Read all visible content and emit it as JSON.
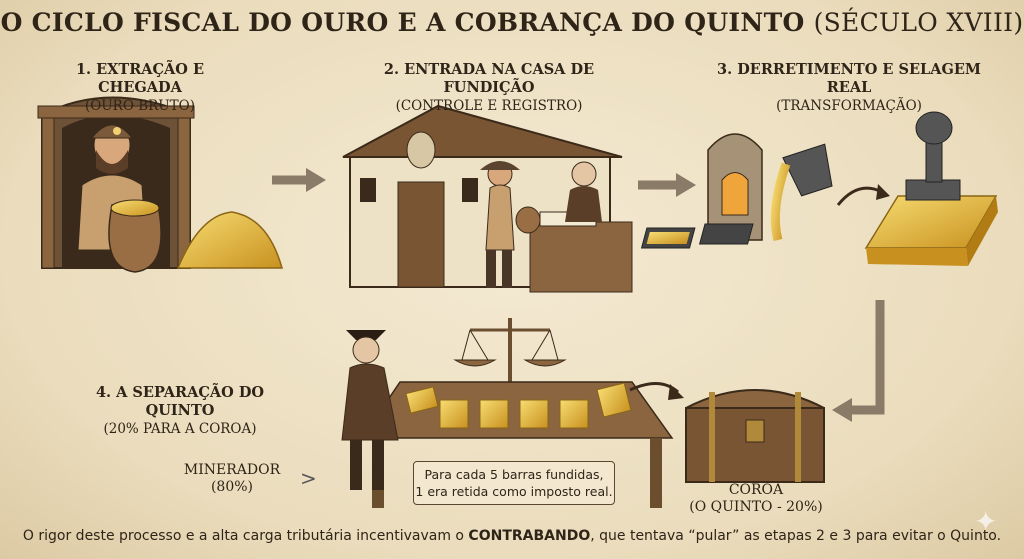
{
  "title": {
    "main": "O CICLO FISCAL DO OURO E A COBRANÇA DO QUINTO",
    "sub": "(SÉCULO XVIII)"
  },
  "steps": [
    {
      "title": "1. EXTRAÇÃO E CHEGADA",
      "subtitle": "(OURO BRUTO)"
    },
    {
      "title": "2. ENTRADA NA CASA DE FUNDIÇÃO",
      "subtitle": "(CONTROLE E REGISTRO)"
    },
    {
      "title": "3. DERRETIMENTO E SELAGEM REAL",
      "subtitle": "(TRANSFORMAÇÃO)"
    },
    {
      "title": "4. A SEPARAÇÃO DO QUINTO",
      "subtitle": "(20% PARA A COROA)"
    }
  ],
  "labels": {
    "miner_line1": "MINERADOR",
    "miner_line2": "(80%)",
    "crown_line1": "COROA",
    "crown_line2": "(O QUINTO - 20%)"
  },
  "note": {
    "line1": "Para cada 5 barras fundidas,",
    "line2": "1 era retida como imposto real."
  },
  "footer": {
    "before": "O rigor deste processo e a alta carga tributária incentivavam o ",
    "bold": "CONTRABANDO",
    "after": ", que tentava “pular” as etapas 2 e 3 para evitar o Quinto."
  },
  "colors": {
    "gold": "#e0b43a",
    "wood": "#7a5533",
    "ink": "#2e2418",
    "arrow": "#8a7a68"
  }
}
